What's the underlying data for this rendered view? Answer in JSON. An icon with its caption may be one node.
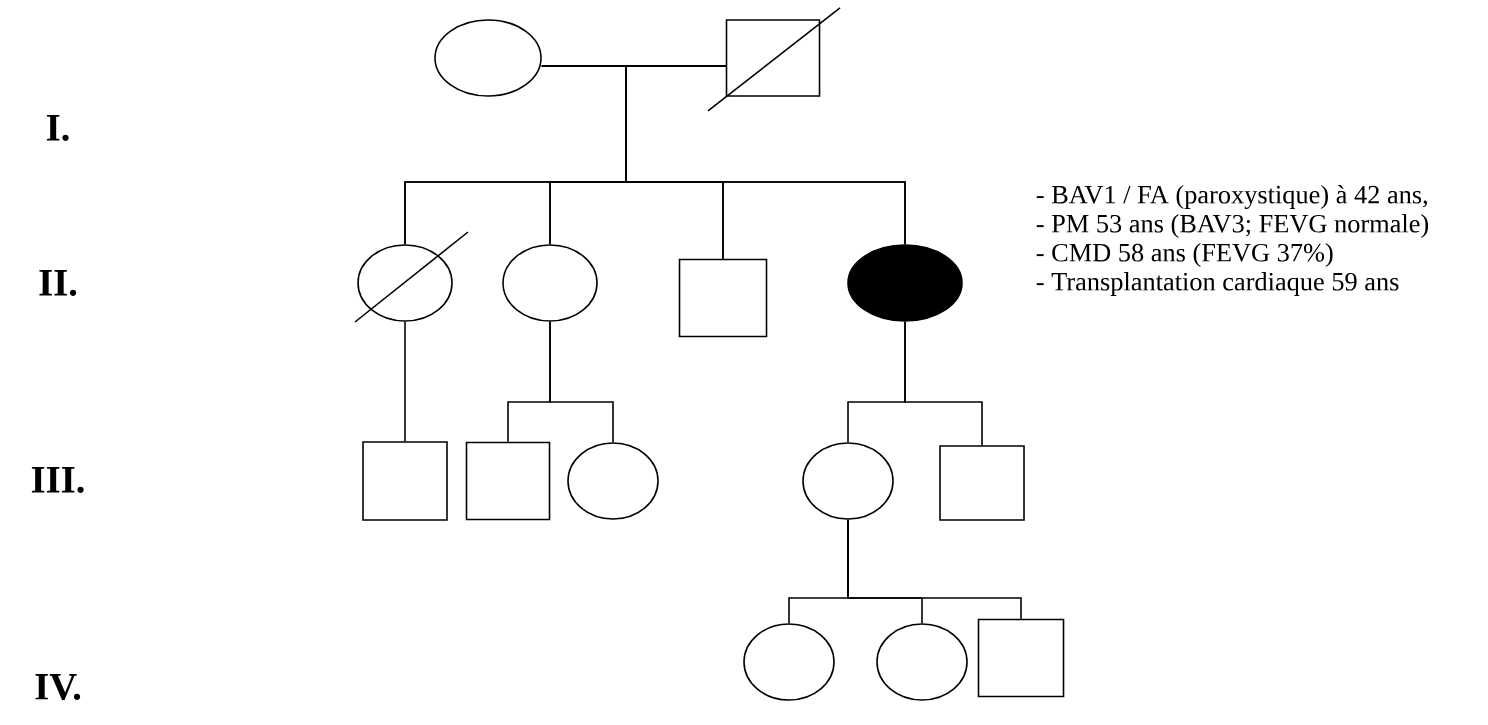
{
  "diagram": {
    "nodes": [
      {
        "text": [],
        "shape": "circle"
      },
      {
        "text": [],
        "shape": "box"
      },
      {
        "text": [],
        "shape": "circle"
      },
      {
        "text": [],
        "shape": "circle"
      },
      {
        "text": [],
        "shape": "box"
      },
      {
        "text": [],
        "shape": "circle",
        "beside": [
          "- BAV1  / FA (paroxystique) à 42  ans,",
          "- PM 53 ans (BAV3; FEVG normale)",
          "- CMD 58 ans (FEVG 37%)",
          "- Transplantation cardiaque 59 ans"
        ]
      },
      {
        "text": [],
        "shape": "box"
      },
      {
        "text": [],
        "shape": "box"
      },
      {
        "text": [],
        "shape": "circle"
      },
      {
        "text": [],
        "shape": "circle"
      },
      {
        "text": [],
        "shape": "box"
      },
      {
        "text": [],
        "shape": "circle"
      },
      {
        "text": [],
        "shape": "circle"
      },
      {
        "text": [],
        "shape": "box"
      }
    ],
    "edges": [
      {
        "from": 0,
        "to": 1,
        "arrow": "none"
      },
      {
        "from": 0,
        "to": 2,
        "arrow": "none"
      },
      {
        "from": 0,
        "to": 3,
        "arrow": "none"
      },
      {
        "from": 0,
        "to": 4,
        "arrow": "none"
      },
      {
        "from": 0,
        "to": 5,
        "arrow": "none"
      },
      {
        "from": 1,
        "to": 2,
        "arrow": "none"
      },
      {
        "from": 1,
        "to": 3,
        "arrow": "none"
      },
      {
        "from": 1,
        "to": 4,
        "arrow": "none"
      },
      {
        "from": 1,
        "to": 5,
        "arrow": "none"
      },
      {
        "from": 2,
        "to": 6,
        "arrow": "none"
      },
      {
        "from": 3,
        "to": 7,
        "arrow": "none"
      },
      {
        "from": 3,
        "to": 8,
        "arrow": "none"
      },
      {
        "from": 5,
        "to": 9,
        "arrow": "none"
      },
      {
        "from": 5,
        "to": 10,
        "arrow": "none"
      },
      {
        "from": 9,
        "to": 11,
        "arrow": "none"
      },
      {
        "from": 9,
        "to": 12,
        "arrow": "none"
      },
      {
        "from": 9,
        "to": 13,
        "arrow": "none"
      }
    ],
    "labels": [
      "I.",
      "II.",
      "III.",
      "IV."
    ]
  }
}
